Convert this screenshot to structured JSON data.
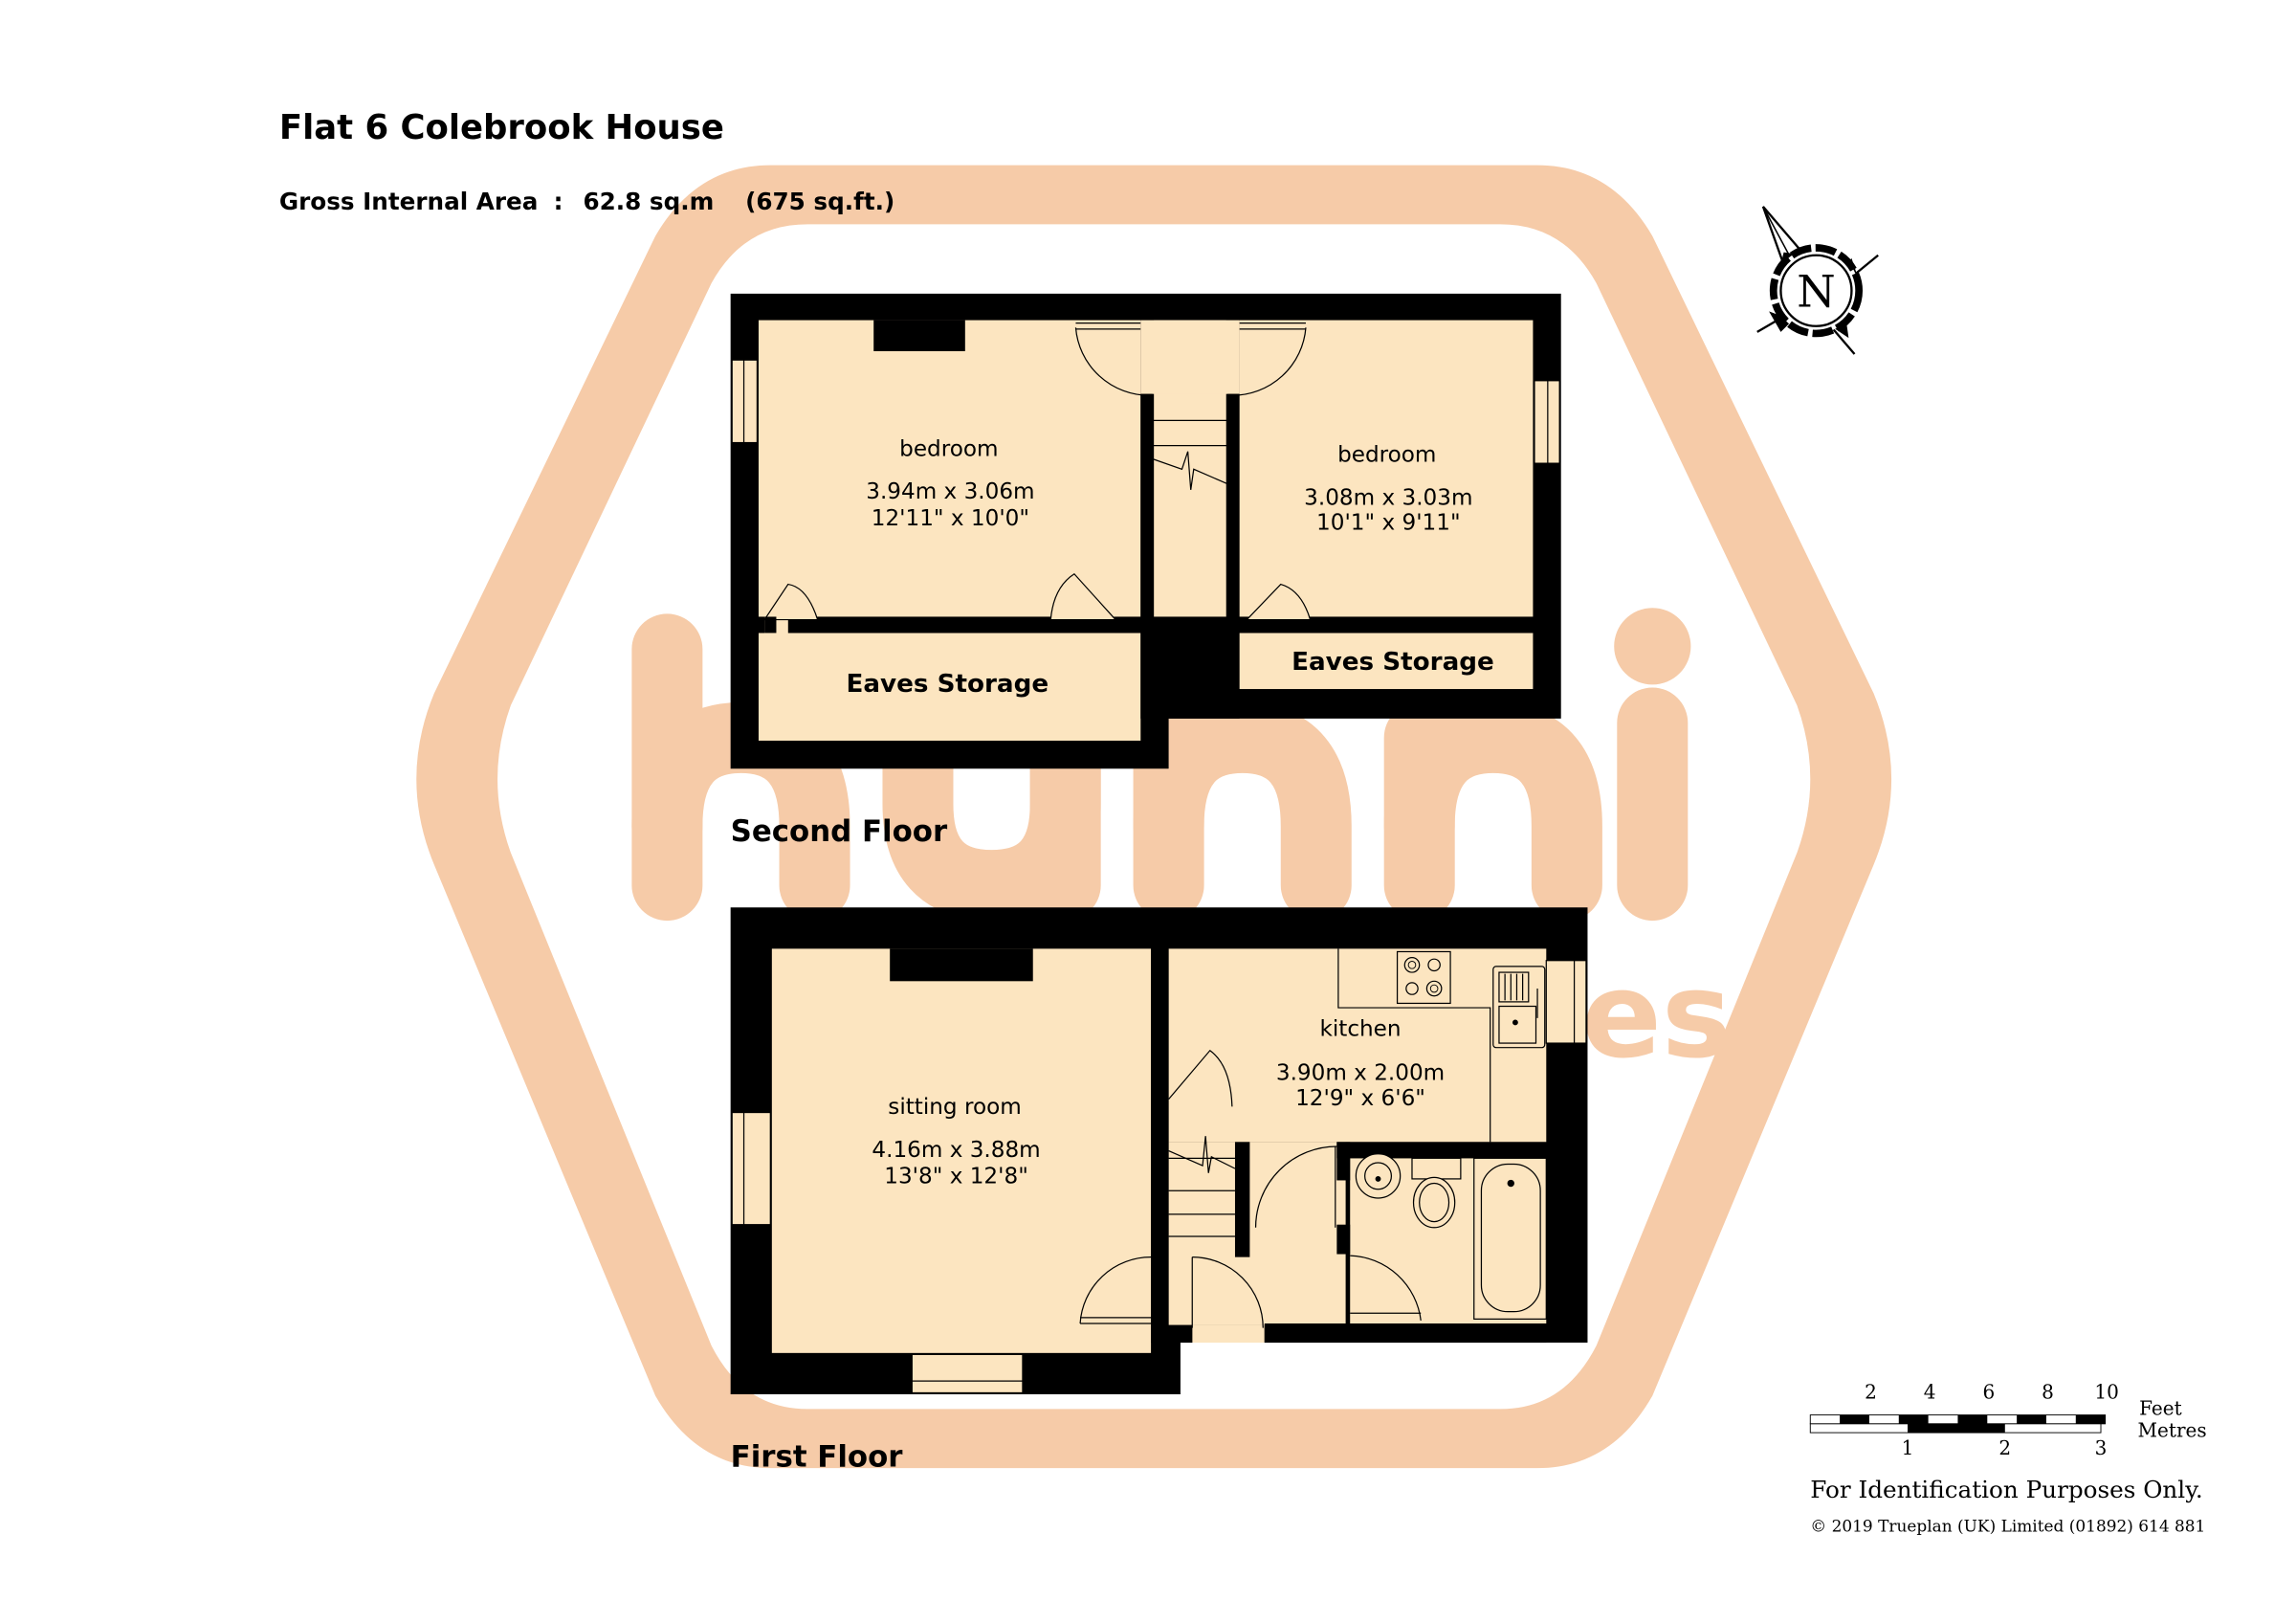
{
  "header": {
    "title": "Flat 6 Colebrook House",
    "gross_area_label": "Gross Internal Area",
    "gross_area_separator": ":",
    "gross_area_sqm": "62.8 sq.m",
    "gross_area_sqft": "(675 sq.ft.)"
  },
  "compass": {
    "label": "N"
  },
  "watermark": {
    "text_main": "hunni",
    "text_partial": "es",
    "color": "#F6CBA8"
  },
  "colors": {
    "wall": "#000000",
    "floor_fill": "#FCE5C0",
    "watermark": "#F6CBA8",
    "background": "#FFFFFF"
  },
  "second_floor": {
    "label": "Second Floor",
    "rooms": [
      {
        "name": "bedroom",
        "dim_metric": "3.94m  x  3.06m",
        "dim_imperial": "12'11\"  x  10'0\""
      },
      {
        "name": "bedroom",
        "dim_metric": "3.08m  x  3.03m",
        "dim_imperial": "10'1\"  x  9'11\""
      },
      {
        "name": "Eaves Storage"
      },
      {
        "name": "Eaves Storage"
      }
    ]
  },
  "first_floor": {
    "label": "First Floor",
    "rooms": [
      {
        "name": "sitting room",
        "dim_metric": "4.16m  x  3.88m",
        "dim_imperial": "13'8\"  x  12'8\""
      },
      {
        "name": "kitchen",
        "dim_metric": "3.90m  x  2.00m",
        "dim_imperial": "12'9\"  x  6'6\""
      }
    ]
  },
  "scale_bar": {
    "feet_ticks": [
      "2",
      "4",
      "6",
      "8",
      "10"
    ],
    "metre_ticks": [
      "1",
      "2",
      "3"
    ],
    "feet_label": "Feet",
    "metres_label": "Metres"
  },
  "footer": {
    "disclaimer": "For Identification Purposes Only.",
    "copyright": "© 2019 Trueplan (UK) Limited  (01892) 614 881"
  }
}
